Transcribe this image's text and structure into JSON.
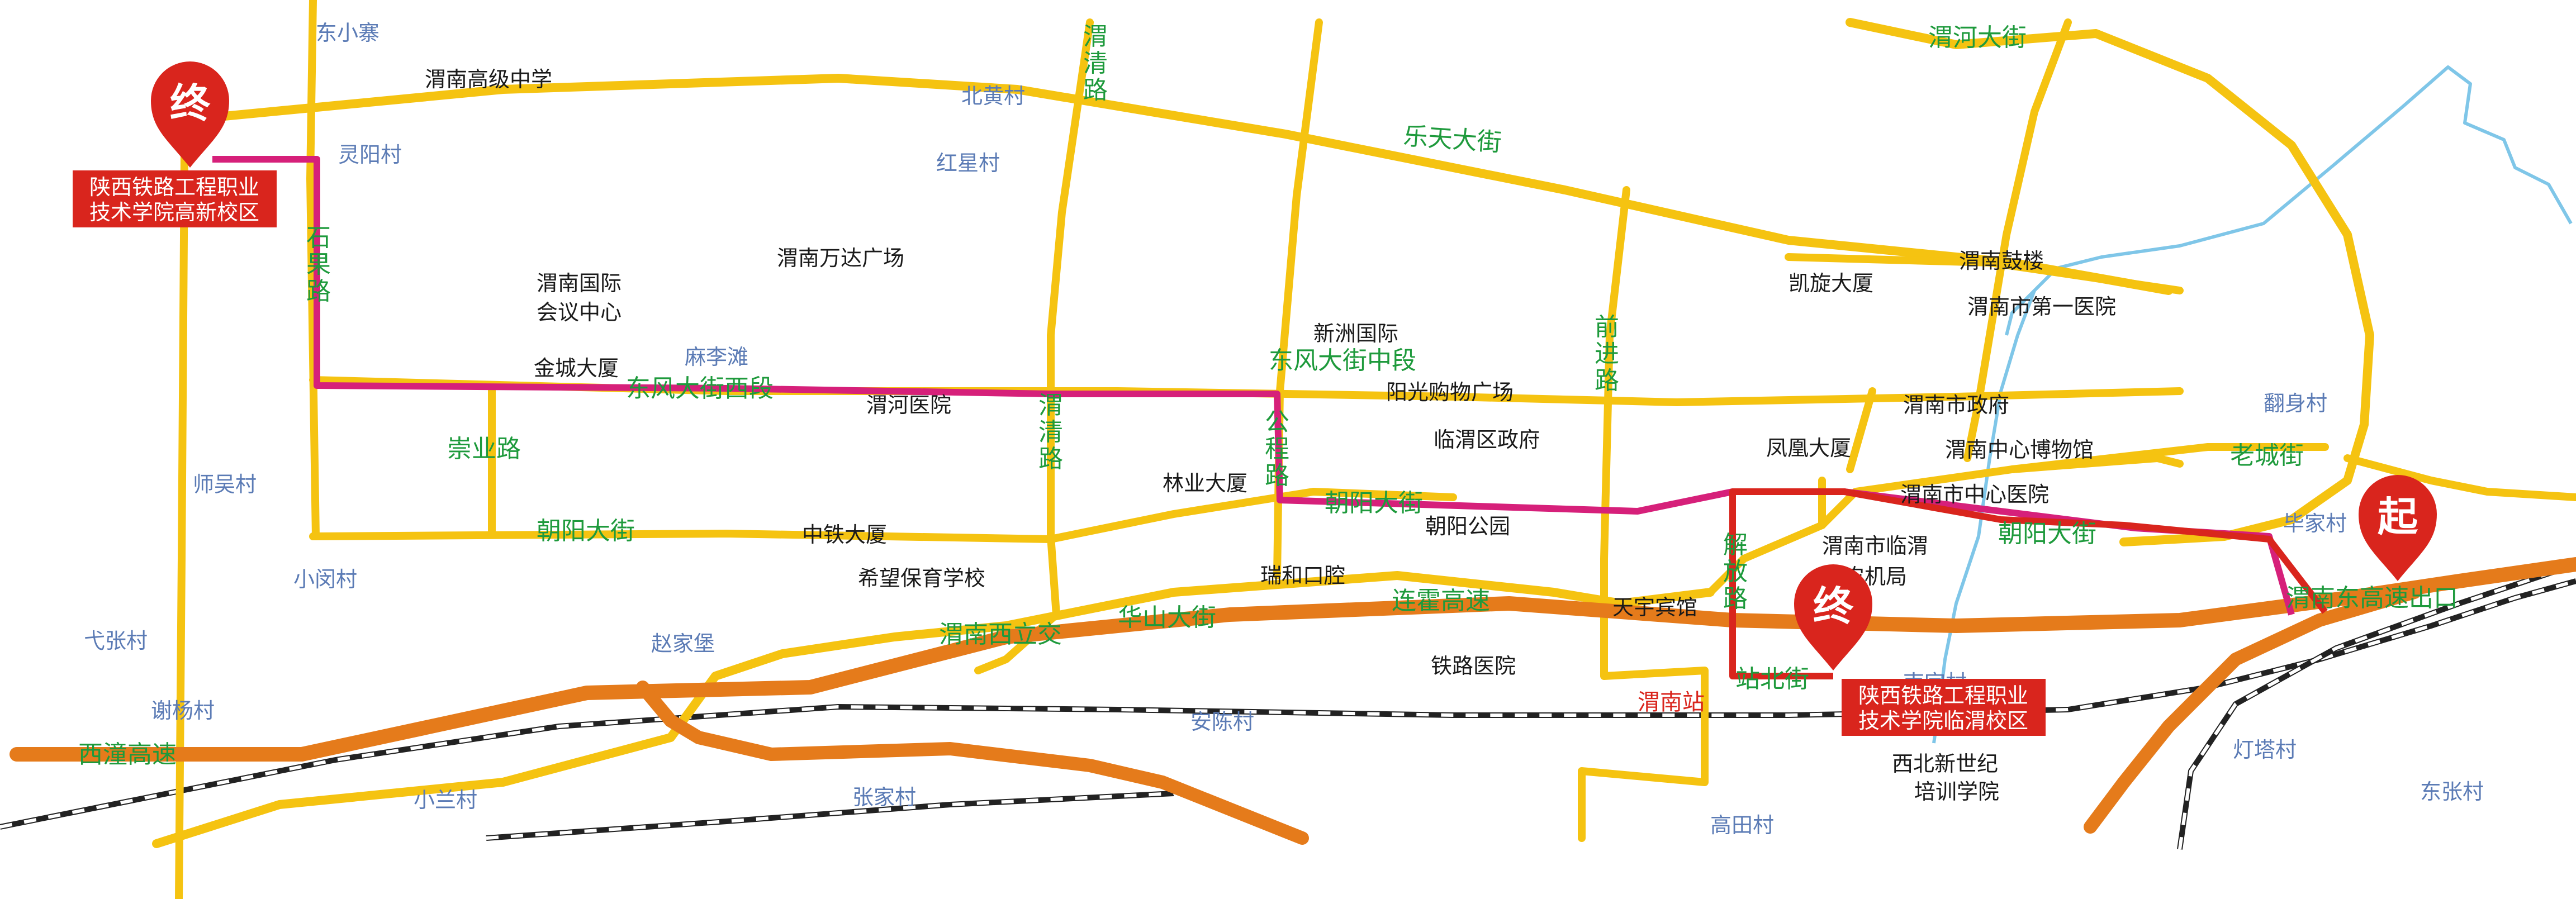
{
  "roads": {
    "weihe_st": "渭河大街",
    "letian_st": "乐天大街",
    "weiqing_rd_north": "渭清路",
    "weiqing_rd_mid": "渭清路",
    "shiguo_rd": "石果路",
    "dongfeng_west": "东风大街西段",
    "dongfeng_mid": "东风大街中段",
    "chongye_rd": "崇业路",
    "chaoyang_west": "朝阳大街",
    "chaoyang_mid": "朝阳大街",
    "chaoyang_east": "朝阳大街",
    "gongcheng_rd": "公程路",
    "qianjin_rd": "前进路",
    "jiefang_rd": "解放路",
    "laocheng_st": "老城街",
    "huashan_st": "华山大街",
    "lianhuo_hwy": "连霍高速",
    "xitong_hwy": "西潼高速",
    "west_interchange": "渭南西立交",
    "east_exit": "渭南东高速出口",
    "zhanbei_st": "站北街"
  },
  "places": {
    "dongxiaozhai": "东小寨",
    "senior_high": "渭南高级中学",
    "beihuangcun": "北黄村",
    "lingyangcun": "灵阳村",
    "hongxingcun": "红星村",
    "conference_l1": "渭南国际",
    "conference_l2": "会议中心",
    "wanda": "渭南万达广场",
    "jincheng": "金城大厦",
    "malitan": "麻李滩",
    "weihe_hospital": "渭河医院",
    "shiwucun": "师吴村",
    "zhongtie": "中铁大厦",
    "xiwang_school": "希望保育学校",
    "xiaominCun": "小闵村",
    "gezhangcun": "弋张村",
    "zhaojiabao": "赵家堡",
    "xieyangcun": "谢杨村",
    "xiaolancun": "小兰村",
    "zhangjiacun": "张家村",
    "anchencun": "安陈村",
    "xinzhou": "新洲国际",
    "yangguang": "阳光购物广场",
    "linwei_gov": "临渭区政府",
    "linye": "林业大厦",
    "chaoyang_park": "朝阳公园",
    "ruihe": "瑞和口腔",
    "tieli_hospital": "铁路医院",
    "tianyu": "天宇宾馆",
    "weinan_station": "渭南站",
    "gaotiancun": "高田村",
    "kaixuan": "凯旋大厦",
    "drum_tower": "渭南鼓楼",
    "first_hospital": "渭南市第一医院",
    "city_gov": "渭南市政府",
    "museum": "渭南中心博物馆",
    "fenghuang": "凤凰大厦",
    "central_hospital": "渭南市中心医院",
    "agri_l1": "渭南市临渭",
    "agri_l2": "区农机局",
    "nanjiacun": "南宗村",
    "training_l1": "西北新世纪",
    "training_l2": "培训学院",
    "fanshencun": "翻身村",
    "bijiacun": "毕家村",
    "dengtacun": "灯塔村",
    "dongzhangcun": "东张村"
  },
  "markers": {
    "end_high_tech": {
      "glyph": "终",
      "label_l1": "陕西铁路工程职业",
      "label_l2": "技术学院高新校区"
    },
    "end_linwei": {
      "glyph": "终",
      "label_l1": "陕西铁路工程职业",
      "label_l2": "技术学院临渭校区"
    },
    "start": {
      "glyph": "起"
    }
  },
  "colors": {
    "road_minor": "#f5c311",
    "expressway": "#e57b1b",
    "route_to_high_tech": "#d6207a",
    "route_to_linwei": "#d9251d",
    "river": "#7fc6e8",
    "marker": "#d9251d",
    "road_label": "#1e9a3c",
    "village_label": "#5b7bb5",
    "landmark_label": "#1a1a1a"
  }
}
